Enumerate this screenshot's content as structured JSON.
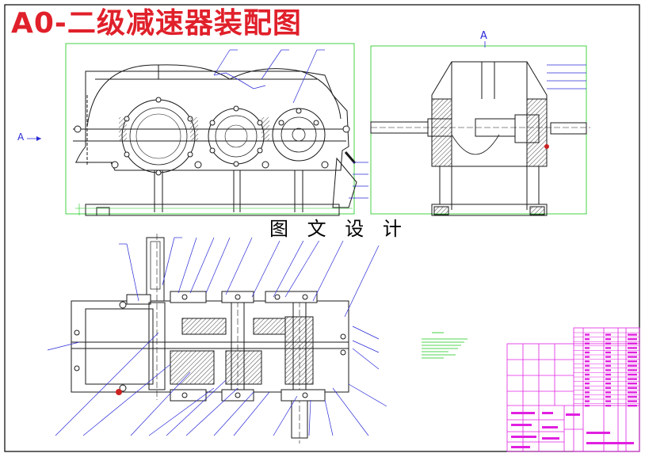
{
  "drawing": {
    "title": "A0-二级减速器装配图",
    "watermark": "图 文 设 计",
    "view_labels": {
      "side_section": "A",
      "end_view": "A"
    }
  },
  "colors": {
    "title": "#e0202a",
    "outline": "#1a1a1a",
    "dimension": "#17c817",
    "leader": "#2a2ad8",
    "title_block": "#e020e0",
    "tech_notes": "#17c817",
    "bearing_red": "#cc2222"
  },
  "components": [
    "gearbox-housing",
    "gear-1",
    "gear-2",
    "gear-3",
    "input-shaft",
    "output-shaft",
    "bearing-caps",
    "title-block",
    "parts-list",
    "technical-requirements"
  ]
}
